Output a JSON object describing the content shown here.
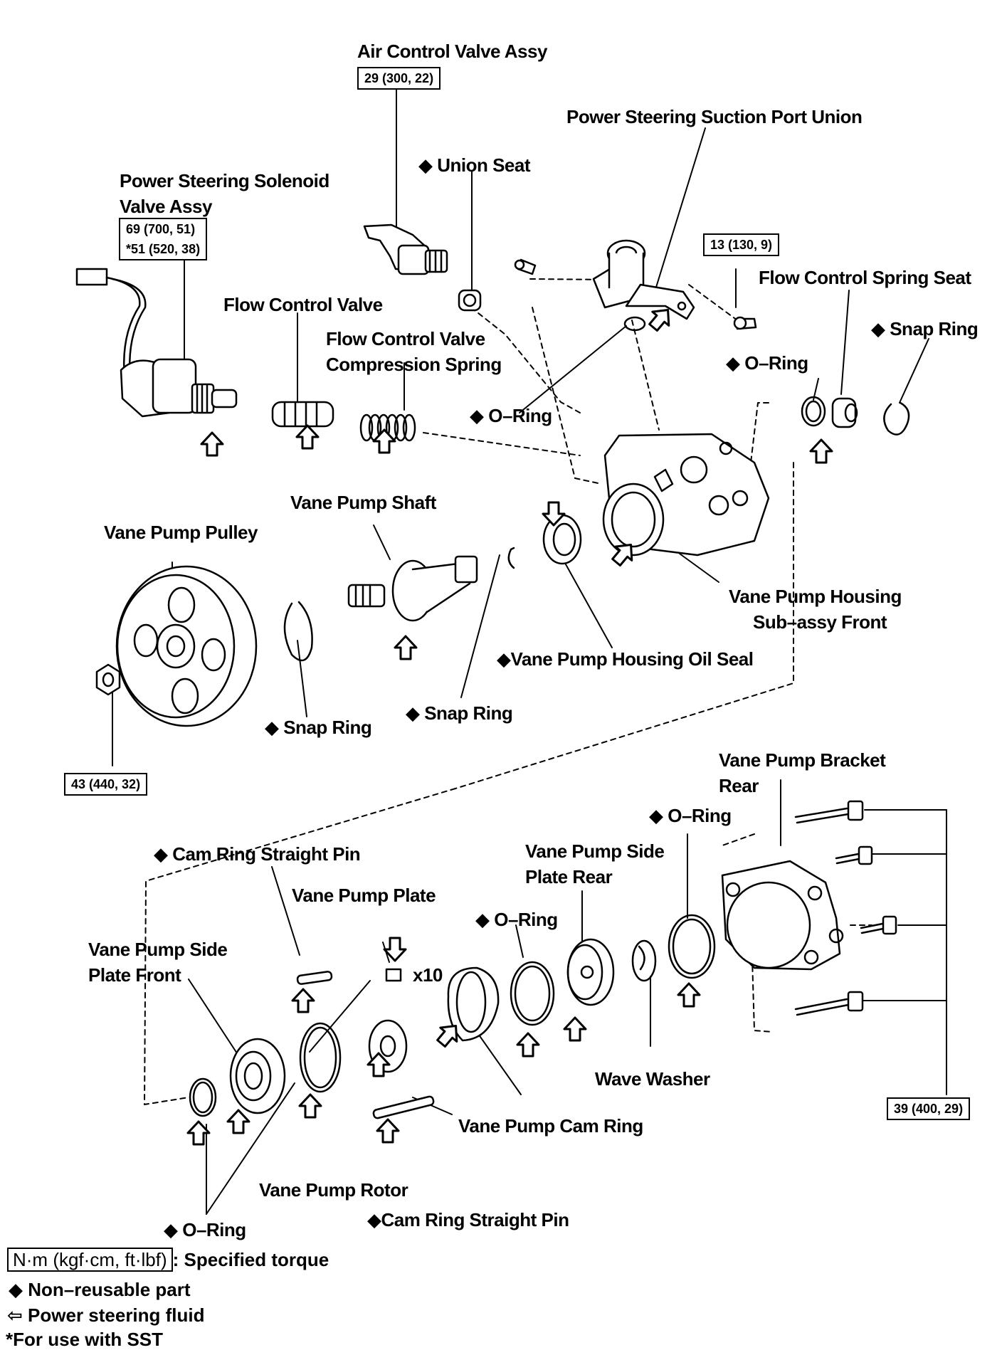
{
  "torques": {
    "air_control_valve": "29 (300, 22)",
    "solenoid_1": "69 (700, 51)",
    "solenoid_2": "*51 (520, 38)",
    "union_bolt": "13 (130, 9)",
    "pulley_nut": "43 (440, 32)",
    "bracket_bolts": "39 (400, 29)"
  },
  "labels": {
    "air_control_valve": "Air Control Valve Assy",
    "suction_port_union": "Power Steering Suction Port Union",
    "union_seat": "◆ Union Seat",
    "solenoid_line1": "Power Steering Solenoid",
    "solenoid_line2": "Valve Assy",
    "flow_control_spring_seat": "Flow Control Spring Seat",
    "snap_ring_top": "◆ Snap Ring",
    "flow_control_valve": "Flow Control Valve",
    "fcv_spring_line1": "Flow Control Valve",
    "fcv_spring_line2": "Compression Spring",
    "o_ring_top_right": "◆ O–Ring",
    "o_ring_center": "◆ O–Ring",
    "vane_pump_shaft": "Vane Pump Shaft",
    "vane_pump_pulley": "Vane Pump Pulley",
    "housing_line1": "Vane Pump Housing",
    "housing_line2": "Sub–assy Front",
    "housing_oil_seal": "◆Vane Pump Housing Oil Seal",
    "snap_ring_pulley": "◆ Snap Ring",
    "snap_ring_shaft": "◆ Snap Ring",
    "bracket_line1": "Vane Pump Bracket",
    "bracket_line2": "Rear",
    "o_ring_bracket": "◆ O–Ring",
    "cam_ring_pin_top": "◆ Cam Ring Straight Pin",
    "side_plate_rear_line1": "Vane Pump Side",
    "side_plate_rear_line2": "Plate Rear",
    "vane_pump_plate": "Vane Pump Plate",
    "o_ring_side_rear": "◆ O–Ring",
    "side_plate_front_line1": "Vane Pump Side",
    "side_plate_front_line2": "Plate Front",
    "plate_qty": "x10",
    "wave_washer": "Wave Washer",
    "cam_ring": "Vane Pump Cam Ring",
    "rotor": "Vane Pump Rotor",
    "cam_ring_pin_bottom": "◆Cam Ring Straight Pin",
    "o_ring_bottom": "◆ O–Ring"
  },
  "legend": {
    "torque_box": "N·m (kgf·cm, ft·lbf)",
    "torque_text": ": Specified torque",
    "non_reusable": "◆ Non–reusable part",
    "fluid_arrow": "⇦",
    "fluid": "Power steering fluid",
    "sst": "*For use with SST"
  }
}
